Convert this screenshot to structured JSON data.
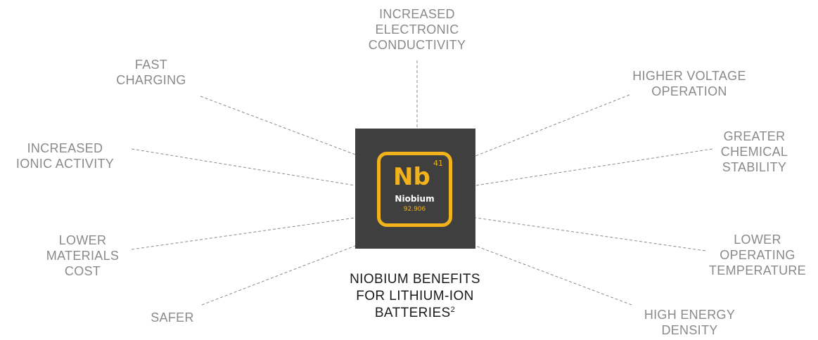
{
  "benefits": [
    {
      "id": "increased-electronic-conductivity",
      "text": "INCREASED\nELECTRONIC\nCONDUCTIVITY"
    },
    {
      "id": "fast-charging",
      "text": "FAST\nCHARGING"
    },
    {
      "id": "higher-voltage-operation",
      "text": "HIGHER VOLTAGE\nOPERATION"
    },
    {
      "id": "increased-ionic-activity",
      "text": "INCREASED\nIONIC ACTIVITY"
    },
    {
      "id": "greater-chemical-stability",
      "text": "GREATER\nCHEMICAL\nSTABILITY"
    },
    {
      "id": "lower-materials-cost",
      "text": "LOWER\nMATERIALS\nCOST"
    },
    {
      "id": "lower-operating-temperature",
      "text": "LOWER\nOPERATING\nTEMPERATURE"
    },
    {
      "id": "safer",
      "text": "SAFER"
    },
    {
      "id": "high-energy-density",
      "text": "HIGH ENERGY\nDENSITY"
    }
  ],
  "element": {
    "symbol": "Nb",
    "atomic_number": "41",
    "name": "Niobium",
    "atomic_mass": "92.906"
  },
  "caption": {
    "text": "NIOBIUM BENEFITS\nFOR LITHIUM-ION\nBATTERIES",
    "footnote": "2"
  },
  "colors": {
    "tile_background": "#3f3f3f",
    "element_accent": "#f2b21b",
    "benefit_text": "#8a8a8a",
    "connector_line": "#8a8a8a",
    "caption_text": "#1a1a1a"
  }
}
